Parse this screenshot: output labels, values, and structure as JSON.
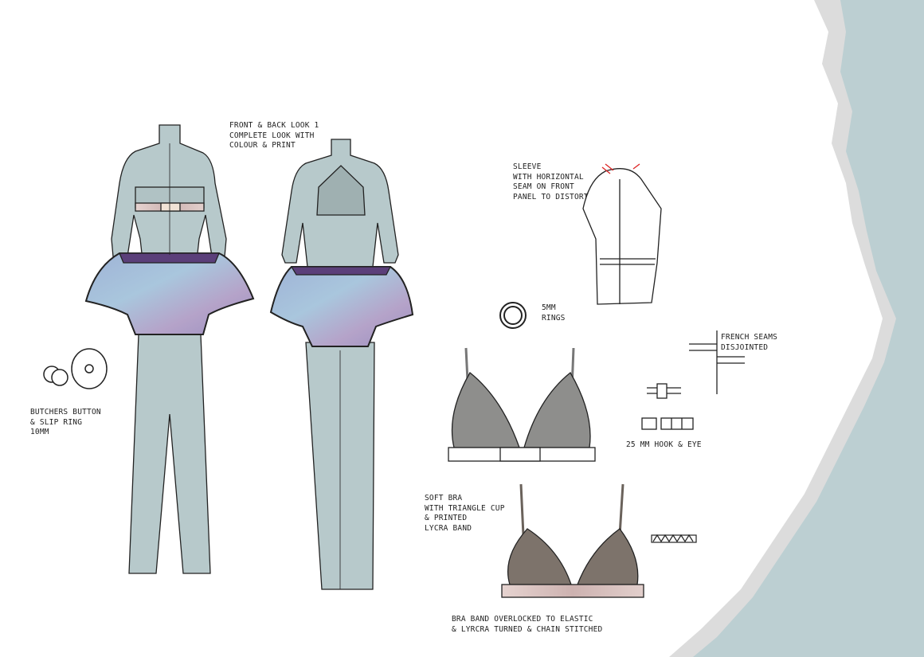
{
  "notes": {
    "look": [
      "FRONT & BACK LOOK 1",
      "COMPLETE LOOK WITH",
      "COLOUR & PRINT"
    ],
    "button": [
      "BUTCHERS BUTTON",
      "& SLIP RING",
      "10MM"
    ],
    "sleeve": [
      "SLEEVE",
      "WITH HORIZONTAL",
      "SEAM ON FRONT",
      "PANEL TO DISTORT"
    ],
    "rings": [
      "5MM",
      "RINGS"
    ],
    "seams": [
      "FRENCH SEAMS",
      "DISJOINTED"
    ],
    "hook": [
      "25 MM HOOK & EYE"
    ],
    "softbra": [
      "SOFT BRA",
      "WITH TRIANGLE CUP",
      "& PRINTED",
      "LYCRA BAND"
    ],
    "band": [
      "BRA BAND OVERLOCKED TO ELASTIC",
      "& LYRCRA TURNED & CHAIN STITCHED"
    ]
  },
  "colors": {
    "garment": "#b7c9cb",
    "background_panel": "#bccfd2",
    "peplum_lining": "#5b3f7a",
    "bra_grey": "#8e8e8c",
    "bra_taupe": "#7d736b",
    "band_print": "#d9c3c0"
  }
}
